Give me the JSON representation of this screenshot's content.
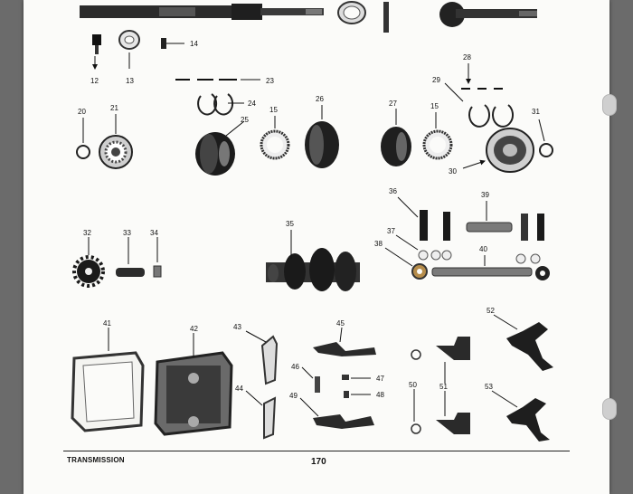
{
  "footer": {
    "section": "TRANSMISSION",
    "page_number": "170"
  },
  "callouts": [
    "12",
    "13",
    "14",
    "15",
    "15",
    "20",
    "21",
    "23",
    "24",
    "25",
    "26",
    "27",
    "28",
    "29",
    "30",
    "31",
    "32",
    "33",
    "34",
    "35",
    "36",
    "37",
    "38",
    "39",
    "40",
    "41",
    "42",
    "43",
    "44",
    "45",
    "46",
    "47",
    "48",
    "49",
    "50",
    "51",
    "52",
    "53"
  ]
}
